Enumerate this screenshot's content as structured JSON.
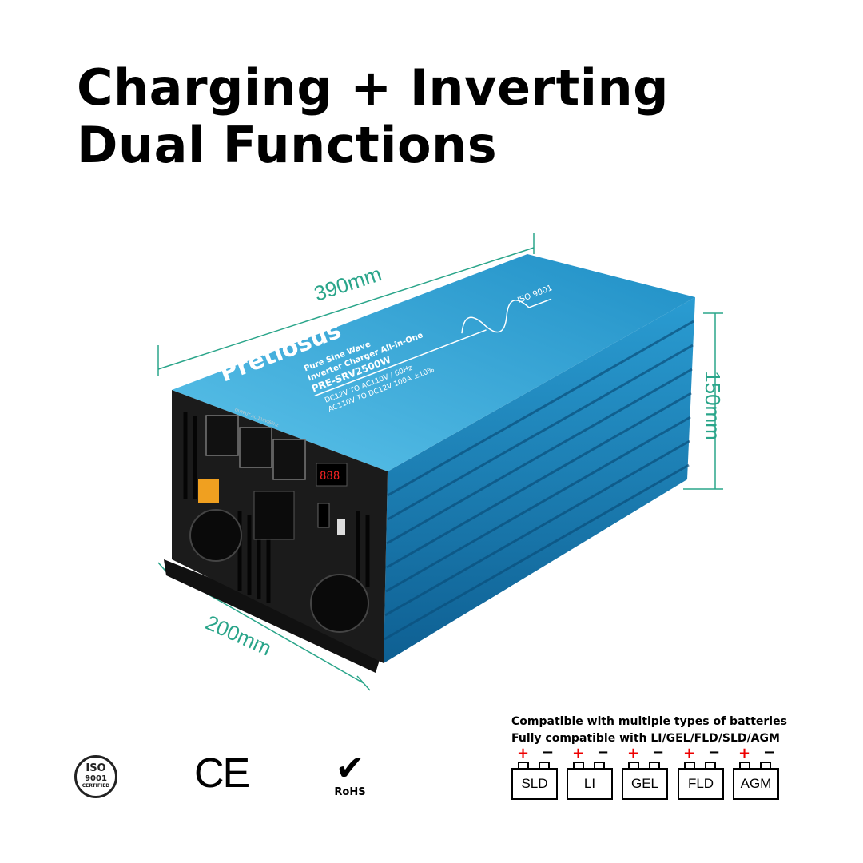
{
  "title": {
    "line1": "Charging + Inverting",
    "line2": "Dual Functions"
  },
  "dimensions": {
    "length": "390mm",
    "height": "150mm",
    "width": "200mm"
  },
  "product": {
    "brand": "Pretiosus",
    "line1": "Pure Sine Wave",
    "line2": "Inverter Charger All-in-One",
    "model": "PRE-SRV2500W",
    "spec1": "DC12V TO AC110V / 60Hz",
    "spec2": "AC110V TO DC12V 100A ±10%",
    "iso": "ISO 9001",
    "output_label": "OUTPUT AC 110V/60Hz"
  },
  "certifications": {
    "iso_top": "ISO",
    "iso_num": "9001",
    "iso_bottom": "CERTIFIED",
    "ce": "CE",
    "rohs": "RoHS"
  },
  "batteries": {
    "heading1": "Compatible with multiple types of batteries",
    "heading2": "Fully compatible with LI/GEL/FLD/SLD/AGM",
    "plus": "+",
    "minus": "−",
    "types": [
      "SLD",
      "LI",
      "GEL",
      "FLD",
      "AGM"
    ]
  },
  "colors": {
    "accent": "#2aa58a",
    "body": "#2f9fd0",
    "plus": "#e00000"
  }
}
